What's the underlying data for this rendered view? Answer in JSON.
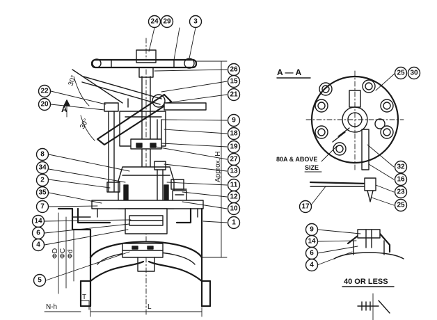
{
  "callouts": {
    "c24": "24",
    "c29": "29",
    "c3": "3",
    "c26": "26",
    "c15": "15",
    "c21": "21",
    "c22": "22",
    "c20": "20",
    "c9": "9",
    "c18": "18",
    "c19": "19",
    "c27": "27",
    "c8": "8",
    "c34": "34",
    "c13": "13",
    "c2": "2",
    "c11": "11",
    "c35": "35",
    "c12": "12",
    "c7": "7",
    "c10": "10",
    "c14": "14",
    "c1": "1",
    "c6": "6",
    "c4": "4",
    "c5": "5",
    "r25a": "25",
    "r30": "30",
    "r32": "32",
    "r16": "16",
    "r23": "23",
    "r25b": "25",
    "r17": "17",
    "d9": "9",
    "d14": "14",
    "d6": "6",
    "d4": "4"
  },
  "labels": {
    "section": "A — A",
    "note": "80A & ABOVE",
    "note2": "SIZE",
    "detail": "40 OR LESS",
    "arrow_a": "A",
    "angle_top": "30°",
    "angle_bottom": "30°",
    "approx_h": "Approx. H",
    "dim_od": "ΦD",
    "dim_oc": "ΦC",
    "dim_d": "Φd",
    "dim_l": "L",
    "dim_t": "T",
    "dim_nh": "N-h"
  }
}
